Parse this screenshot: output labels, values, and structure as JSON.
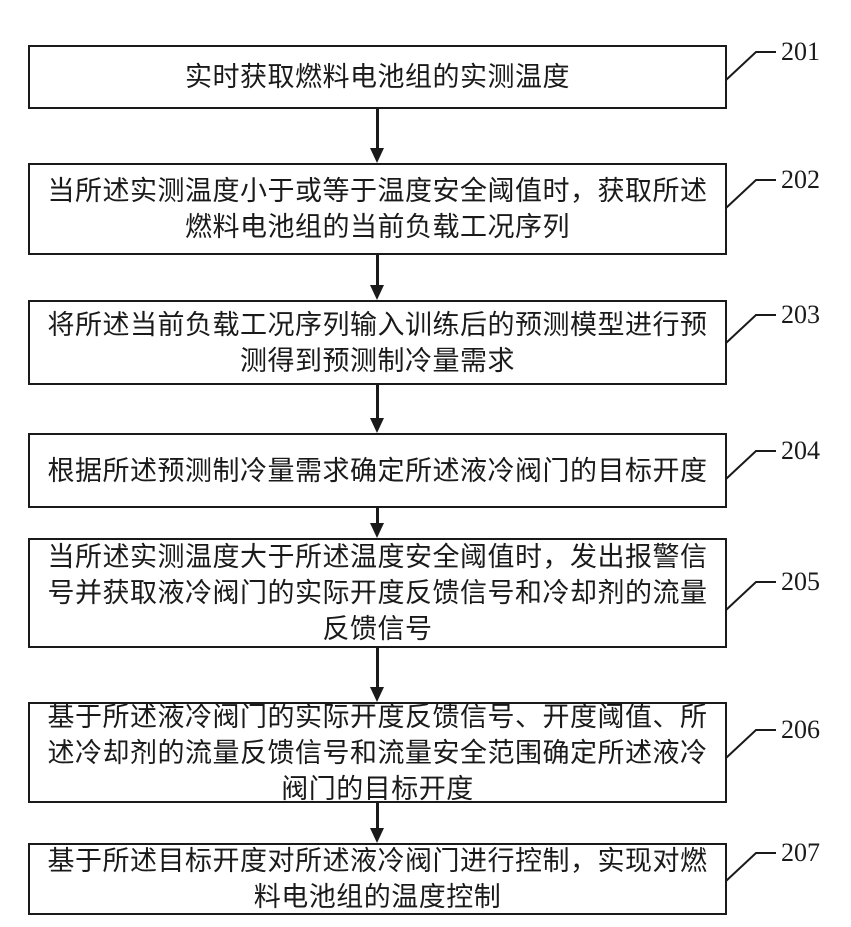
{
  "figure": {
    "background_color": "#ffffff",
    "line_color": "#1a1a1a",
    "type": "flowchart",
    "direction": "top-to-bottom"
  },
  "steps": [
    {
      "ref": "201",
      "text": "实时获取燃料电池组的实测温度"
    },
    {
      "ref": "202",
      "text": "当所述实测温度小于或等于温度安全阈值时，获取所述燃料电池组的当前负载工况序列"
    },
    {
      "ref": "203",
      "text": "将所述当前负载工况序列输入训练后的预测模型进行预测得到预测制冷量需求"
    },
    {
      "ref": "204",
      "text": "根据所述预测制冷量需求确定所述液冷阀门的目标开度"
    },
    {
      "ref": "205",
      "text": "当所述实测温度大于所述温度安全阈值时，发出报警信号并获取液冷阀门的实际开度反馈信号和冷却剂的流量反馈信号"
    },
    {
      "ref": "206",
      "text": "基于所述液冷阀门的实际开度反馈信号、开度阈值、所述冷却剂的流量反馈信号和流量安全范围确定所述液冷阀门的目标开度"
    },
    {
      "ref": "207",
      "text": "基于所述目标开度对所述液冷阀门进行控制，实现对燃料电池组的温度控制"
    }
  ]
}
